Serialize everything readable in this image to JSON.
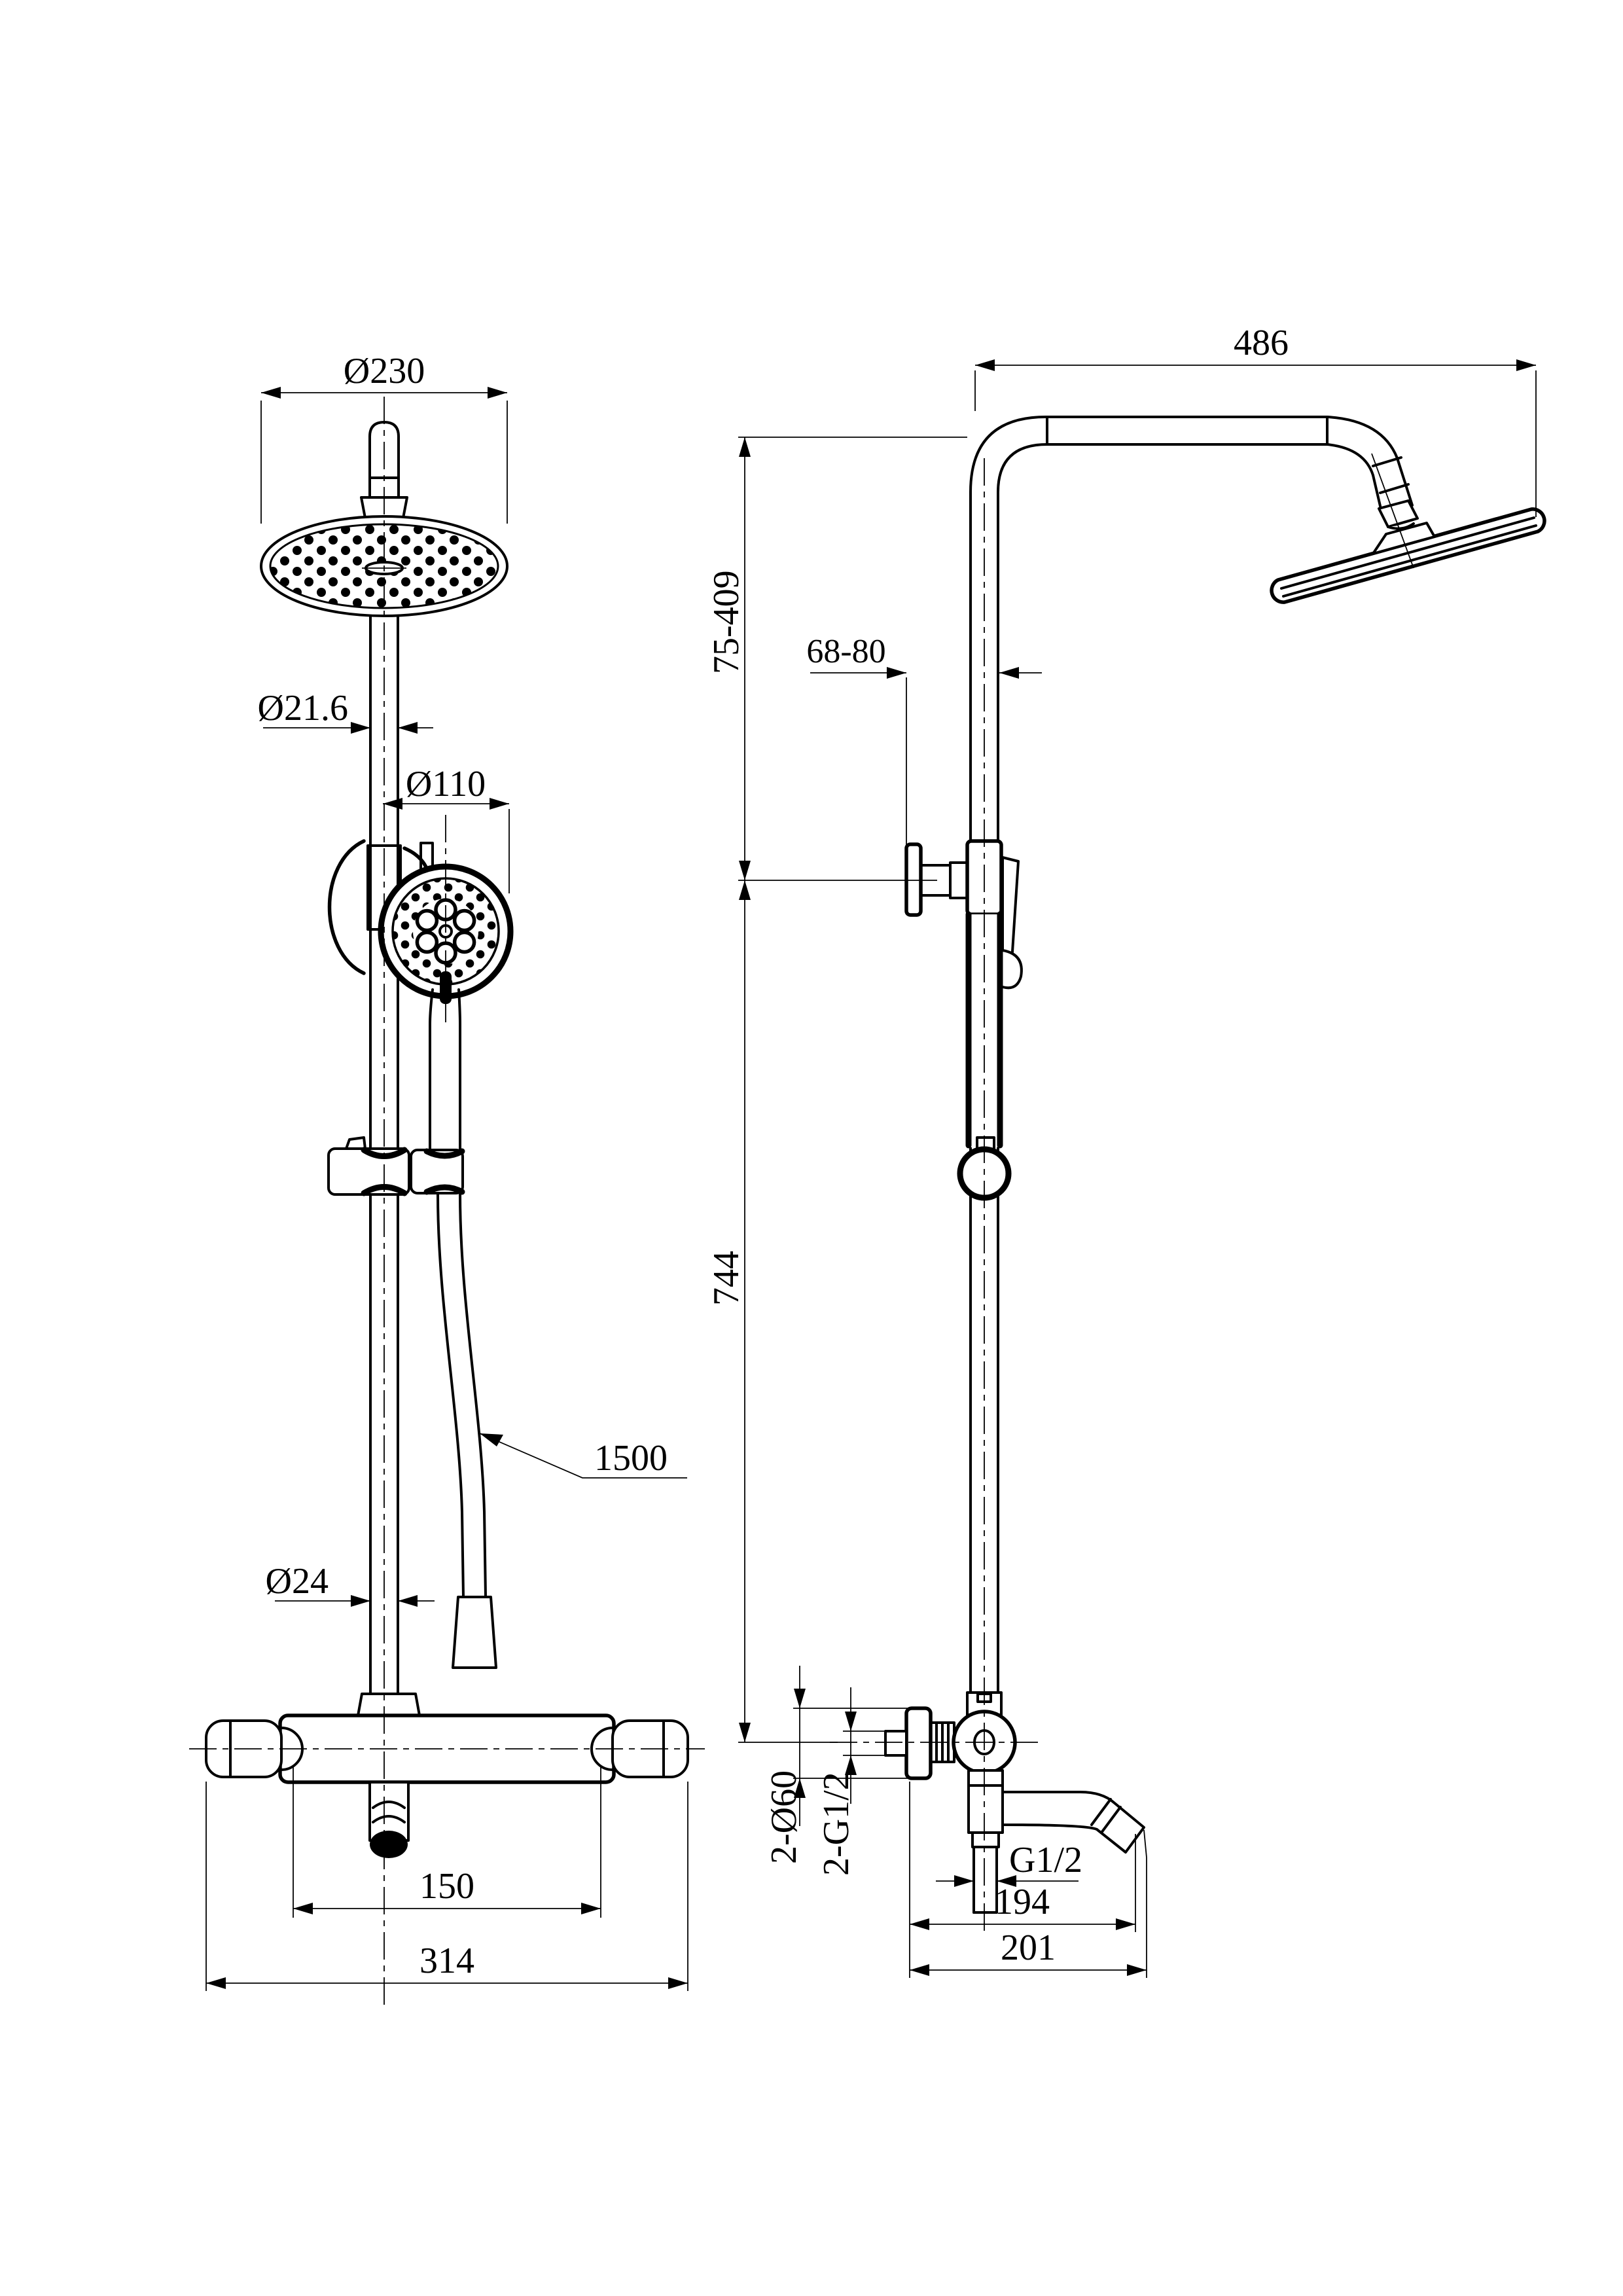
{
  "drawing": {
    "background": "#ffffff",
    "line_color": "#000000",
    "front_view": {
      "dims": {
        "head_diameter": "Ø230",
        "pipe_upper_diameter": "Ø21.6",
        "hand_shower_diameter": "Ø110",
        "hose_length": "1500",
        "pipe_lower_diameter": "Ø24",
        "inlet_spacing": "150",
        "overall_width": "314"
      }
    },
    "side_view": {
      "dims": {
        "arm_reach": "486",
        "top_adjustable_height": "75-409",
        "bracket_depth": "68-80",
        "column_height": "744",
        "escutcheon_diameter": "2-Ø60",
        "inlet_threads": "2-G1/2",
        "outlet_thread": "G1/2",
        "spout_reach": "194",
        "spout_reach_overall": "201"
      }
    }
  }
}
